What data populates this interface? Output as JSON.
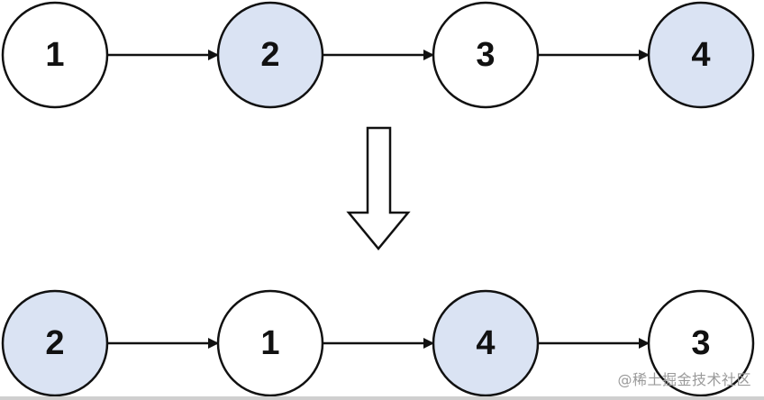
{
  "colors": {
    "highlight_fill": "#dae3f3",
    "plain_fill": "#ffffff",
    "stroke": "#111111"
  },
  "before": {
    "nodes": [
      {
        "label": "1",
        "highlighted": false
      },
      {
        "label": "2",
        "highlighted": true
      },
      {
        "label": "3",
        "highlighted": false
      },
      {
        "label": "4",
        "highlighted": true
      }
    ]
  },
  "after": {
    "nodes": [
      {
        "label": "2",
        "highlighted": true
      },
      {
        "label": "1",
        "highlighted": false
      },
      {
        "label": "4",
        "highlighted": true
      },
      {
        "label": "3",
        "highlighted": false
      }
    ]
  },
  "watermark": "@稀土掘金技术社区"
}
